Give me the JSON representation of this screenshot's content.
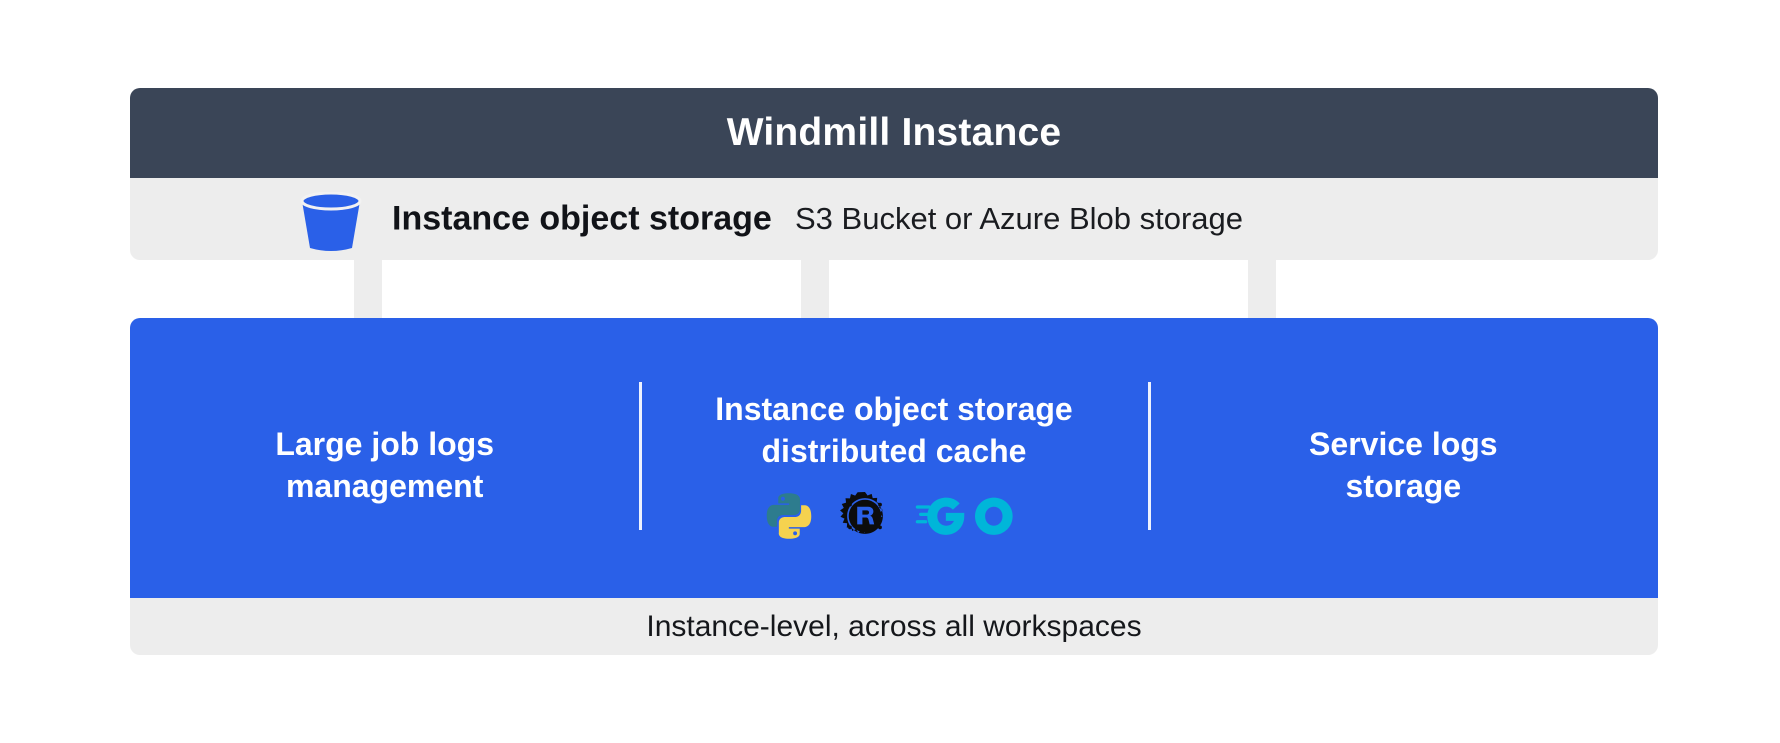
{
  "header": {
    "title": "Windmill Instance",
    "background_color": "#3a4557",
    "text_color": "#ffffff"
  },
  "storage_band": {
    "icon": "bucket-icon",
    "icon_color": "#2a60e8",
    "label": "Instance object storage",
    "sublabel": "S3 Bucket or Azure Blob storage",
    "background_color": "#ededed"
  },
  "connectors": [
    {
      "name": "arrow-left",
      "color": "#ededed"
    },
    {
      "name": "arrow-center",
      "color": "#ededed"
    },
    {
      "name": "arrow-right",
      "color": "#ededed"
    }
  ],
  "panel": {
    "background_color": "#2a60e8",
    "text_color": "#ffffff",
    "columns": [
      {
        "title": "Large job logs\nmanagement",
        "logos": []
      },
      {
        "title": "Instance object storage\ndistributed cache",
        "logos": [
          "python-logo",
          "rust-logo",
          "go-logo"
        ]
      },
      {
        "title": "Service logs\nstorage",
        "logos": []
      }
    ]
  },
  "footer": {
    "text": "Instance-level, across all workspaces",
    "background_color": "#ededed",
    "text_color": "#15171b"
  },
  "logo_colors": {
    "python_top": "#2d7c8e",
    "python_bottom": "#f5d24f",
    "rust": "#0c0c0c",
    "go": "#00b6d9"
  }
}
